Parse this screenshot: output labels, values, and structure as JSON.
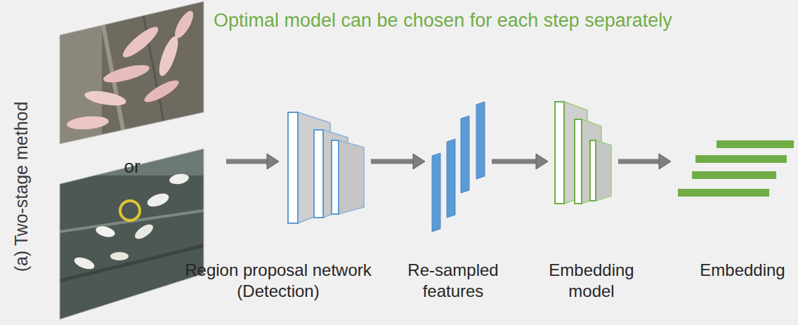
{
  "diagram": {
    "title": "Optimal model can be chosen for each step separately",
    "nodes": [
      {
        "text": [
          "Region proposal network (Detection)"
        ]
      },
      {
        "text": [
          "Re-sampled features"
        ]
      },
      {
        "text": [
          "Embedding model"
        ]
      },
      {
        "text": [
          "Embedding"
        ]
      }
    ],
    "edges": [
      {
        "from": 0,
        "to": 1,
        "arrow": "to"
      },
      {
        "from": 1,
        "to": 2,
        "arrow": "to"
      },
      {
        "from": 2,
        "to": 3,
        "arrow": "to"
      }
    ],
    "labels": [
      "(a) Two-stage method",
      "or"
    ]
  }
}
